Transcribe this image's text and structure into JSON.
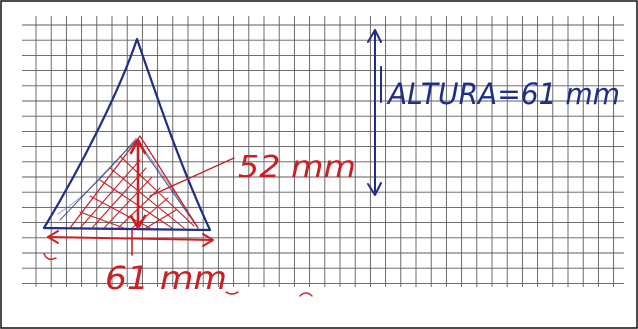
{
  "sketch": {
    "height_label": "ALTURA=61 mm",
    "inner_height_label": "52 mm",
    "base_label": "61 mm",
    "colors": {
      "paper": "#ffffff",
      "grid": "#5c5c5c",
      "frame": "#111111",
      "blue_ink": "#1f2f86",
      "red_ink": "#cc1f24"
    }
  }
}
